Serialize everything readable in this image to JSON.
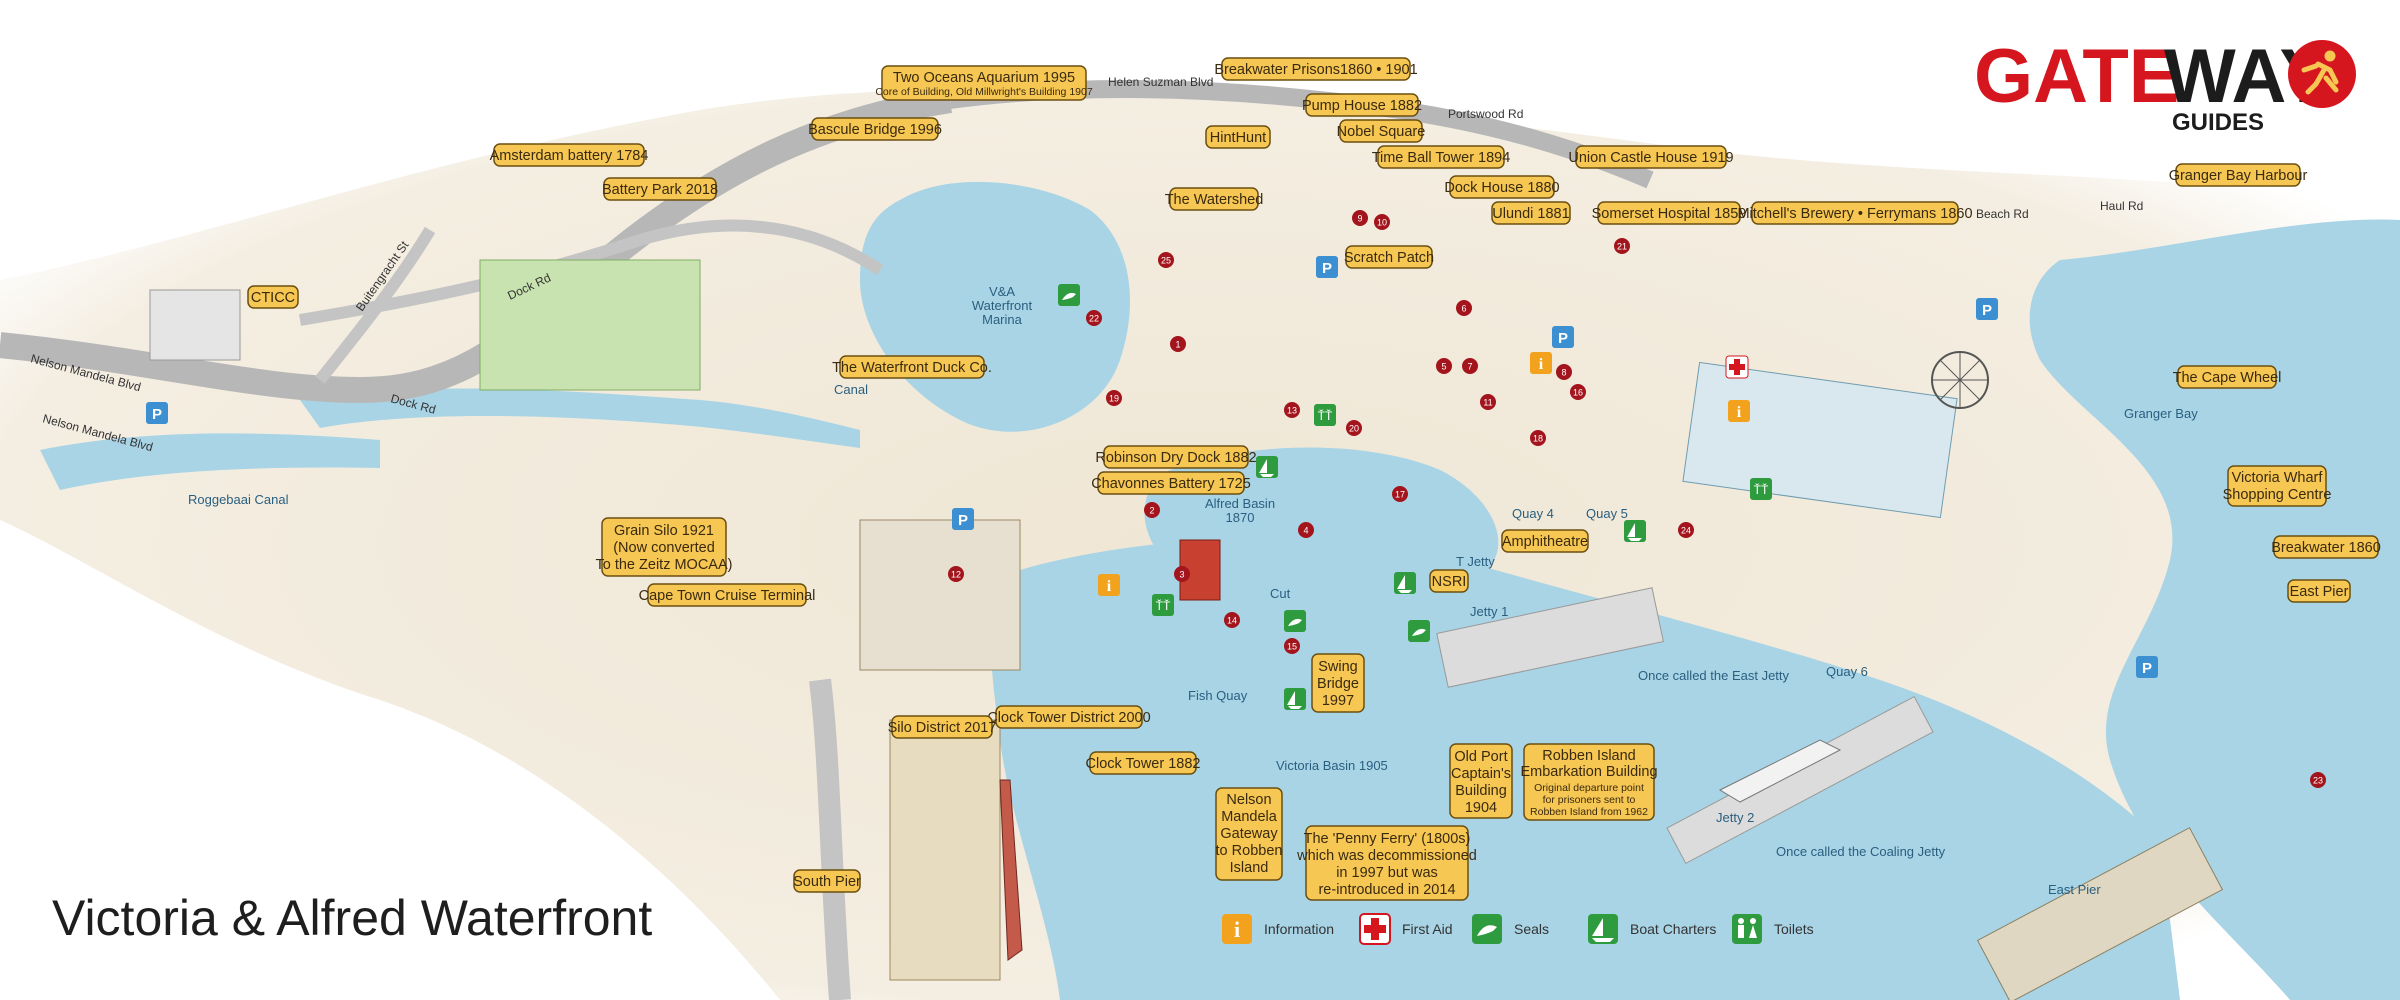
{
  "map": {
    "title": "Victoria & Alfred Waterfront",
    "brand": {
      "word_part1": "GATE",
      "word_part2": "WAY",
      "word_part3": "GUIDES",
      "red": "#d6161f",
      "black": "#1c1c1c",
      "icon": "runner-logo"
    },
    "colors": {
      "water": "#a8d4e6",
      "water_deep": "#8fc4dc",
      "land": "#ece3d2",
      "road": "#b7b7b7",
      "callout_fill": "#f6c753",
      "callout_stroke": "#6b4f10",
      "marker_red": "#a3141c",
      "parking_blue": "#3c8fd0",
      "green_icon": "#2e9b3e",
      "info_orange": "#f2a21c",
      "firstaid_red": "#d6161f"
    },
    "callouts": [
      {
        "text": "Two Oceans Aquarium 1995",
        "sub": "Core of Building, Old Millwright's Building 1907"
      },
      {
        "text": "Breakwater Prisons1860 • 1901"
      },
      {
        "text": "Amsterdam battery 1784"
      },
      {
        "text": "Bascule Bridge 1996"
      },
      {
        "text": "Battery Park 2018"
      },
      {
        "text": "CTICC"
      },
      {
        "text": "Pump House 1882"
      },
      {
        "text": "HintHunt"
      },
      {
        "text": "Nobel Square"
      },
      {
        "text": "Time Ball Tower 1894"
      },
      {
        "text": "Union Castle House 1919"
      },
      {
        "text": "The Watershed"
      },
      {
        "text": "Dock House 1880"
      },
      {
        "text": "Ulundi 1881"
      },
      {
        "text": "Somerset Hospital 1859"
      },
      {
        "text": "Mitchell's Brewery • Ferrymans 1860"
      },
      {
        "text": "Granger Bay Harbour"
      },
      {
        "text": "Scratch Patch"
      },
      {
        "text": "The Waterfront Duck Co."
      },
      {
        "text": "The Cape Wheel"
      },
      {
        "text": "Robinson Dry Dock 1882"
      },
      {
        "text": "Chavonnes Battery 1725"
      },
      {
        "text": "Victoria Wharf",
        "sub2": "Shopping Centre"
      },
      {
        "text": "Grain Silo 1921",
        "sub2": "(Now converted",
        "sub3": "To the Zeitz MOCAA)"
      },
      {
        "text": "Amphitheatre"
      },
      {
        "text": "Breakwater 1860"
      },
      {
        "text": "NSRI"
      },
      {
        "text": "Cape Town Cruise Terminal"
      },
      {
        "text": "East Pier"
      },
      {
        "text": "Swing",
        "sub2": "Bridge",
        "sub3": "1997"
      },
      {
        "text": "Clock Tower District 2000"
      },
      {
        "text": "Silo District 2017"
      },
      {
        "text": "Clock Tower 1882"
      },
      {
        "text": "Old Port",
        "sub2": "Captain's",
        "sub3": "Building",
        "sub4": "1904"
      },
      {
        "text": "Robben Island",
        "sub2": "Embarkation Building",
        "sub3": "Original departure point",
        "sub4": "for prisoners sent to",
        "sub5": "Robben Island from 1962"
      },
      {
        "text": "Nelson",
        "sub2": "Mandela",
        "sub3": "Gateway",
        "sub4": "to Robben",
        "sub5": "Island"
      },
      {
        "text": "The 'Penny Ferry' (1800s)",
        "sub2": "which was decommissioned",
        "sub3": "in 1997 but was",
        "sub4": "re-introduced in 2014"
      },
      {
        "text": "South Pier"
      }
    ],
    "roads": [
      "Helen Suzman Blvd",
      "Portswood Rd",
      "Buitengracht St",
      "Dock Rd",
      "Dock Rd",
      "Nelson Mandela Blvd",
      "Nelson Mandela Blvd",
      "Beach Rd",
      "Haul Rd"
    ],
    "water_labels": [
      "V&A",
      "Waterfront",
      "Marina",
      "Canal",
      "Roggebaai Canal",
      "Alfred Basin",
      "1870",
      "Granger Bay",
      "Quay 4",
      "Quay 5",
      "T Jetty",
      "Jetty 1",
      "Once called the East Jetty",
      "Quay 6",
      "Cut",
      "Fish Quay",
      "Victoria Basin 1905",
      "Jetty 2",
      "Once called the Coaling Jetty",
      "East Pier"
    ],
    "legend": [
      {
        "label": "Information",
        "icon": "info-icon"
      },
      {
        "label": "First Aid",
        "icon": "first-aid-icon"
      },
      {
        "label": "Seals",
        "icon": "seal-icon"
      },
      {
        "label": "Boat Charters",
        "icon": "boat-icon"
      },
      {
        "label": "Toilets",
        "icon": "toilets-icon"
      }
    ],
    "markers": [
      "1",
      "2",
      "3",
      "4",
      "5",
      "6",
      "7",
      "8",
      "9",
      "10",
      "11",
      "12",
      "13",
      "14",
      "15",
      "16",
      "17",
      "18",
      "19",
      "20",
      "21",
      "22",
      "23",
      "24",
      "25"
    ]
  }
}
